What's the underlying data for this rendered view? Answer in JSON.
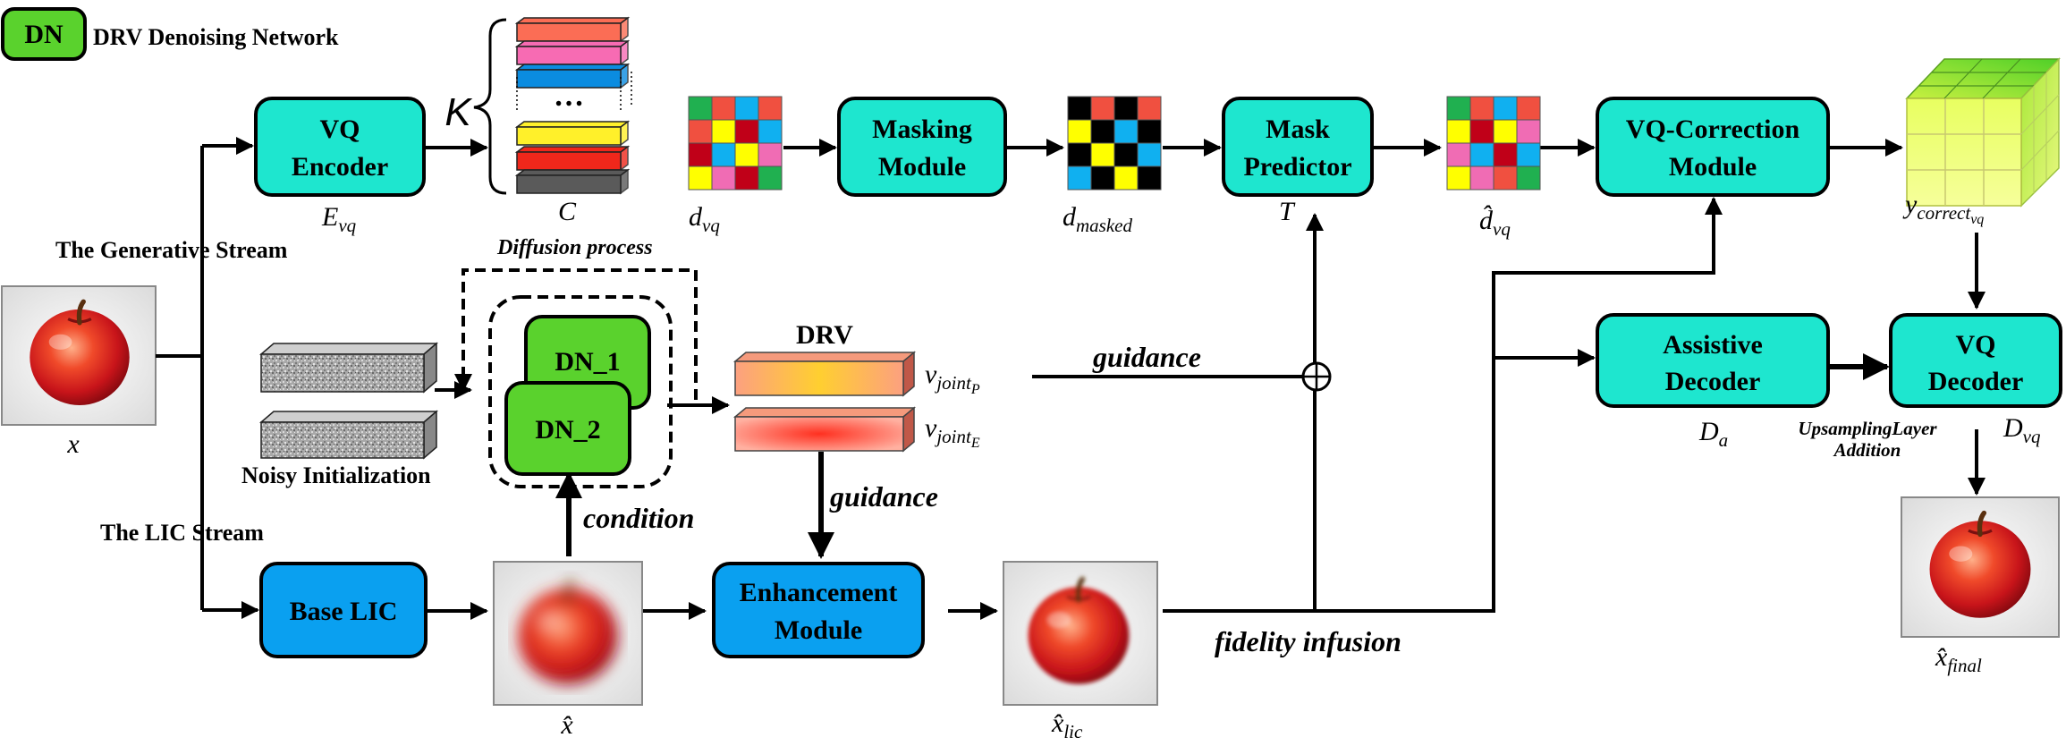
{
  "legend": {
    "badge": "DN",
    "text": "DRV Denoising Network"
  },
  "colors": {
    "module_cyan": "#1ee6cf",
    "module_blue": "#0aa0f0",
    "module_green": "#5ad22d",
    "codebook": [
      "#fb6d55",
      "#f76bb3",
      "#0b8ce0",
      "#ffffff",
      "#fff02a",
      "#f0271b",
      "#5a5a5a"
    ],
    "grid_palette": [
      "#20b050",
      "#f05040",
      "#10b0f0",
      "#ffff00",
      "#c00018",
      "#f06cb4",
      "#000000"
    ]
  },
  "modules": {
    "vq_encoder": [
      "VQ",
      "Encoder"
    ],
    "masking_module": [
      "Masking",
      "Module"
    ],
    "mask_predictor": [
      "Mask",
      "Predictor"
    ],
    "vq_correction": [
      "VQ-Correction",
      "Module"
    ],
    "assistive_decoder": [
      "Assistive",
      "Decoder"
    ],
    "vq_decoder": [
      "VQ",
      "Decoder"
    ],
    "base_lic": [
      "Base LIC"
    ],
    "enhancement": [
      "Enhancement",
      "Module"
    ],
    "dn1": "DN_1",
    "dn2": "DN_2"
  },
  "labels": {
    "K": "K",
    "codebook_dots": "…",
    "generative_stream": "The Generative Stream",
    "lic_stream": "The LIC Stream",
    "diffusion_process": "Diffusion process",
    "noisy_init": "Noisy Initialization",
    "drv": "DRV",
    "guidance_top": "guidance",
    "guidance_mid": "guidance",
    "condition": "condition",
    "fidelity_infusion": "fidelity infusion",
    "upsampling_line1": "UpsamplingLayer",
    "upsampling_line2": "Addition"
  },
  "math": {
    "E_vq": {
      "base": "E",
      "sub": "vq"
    },
    "C": {
      "base": "C"
    },
    "d_vq": {
      "base": "d",
      "sub": "vq"
    },
    "d_masked": {
      "base": "d",
      "sub": "masked"
    },
    "T": {
      "base": "T"
    },
    "dhat_vq": {
      "base": "d̂",
      "sub": "vq"
    },
    "y_correct": {
      "base": "y",
      "sub": "correct",
      "subsub": "vq"
    },
    "v_joint_P": {
      "base": "v",
      "sub": "joint",
      "subsub": "P"
    },
    "v_joint_E": {
      "base": "v",
      "sub": "joint",
      "subsub": "E"
    },
    "D_a": {
      "base": "D",
      "sub": "a"
    },
    "D_vq": {
      "base": "D",
      "sub": "vq"
    },
    "x": {
      "base": "x"
    },
    "x_hat": {
      "base": "x̂"
    },
    "x_hat_lic": {
      "base": "x̂",
      "sub": "lic"
    },
    "x_hat_final": {
      "base": "x̂",
      "sub": "final"
    }
  },
  "grids": {
    "d_vq": [
      [
        0,
        1,
        2,
        1
      ],
      [
        1,
        3,
        4,
        2
      ],
      [
        4,
        2,
        3,
        5
      ],
      [
        3,
        5,
        4,
        0
      ]
    ],
    "d_masked": [
      [
        6,
        1,
        6,
        1
      ],
      [
        3,
        6,
        2,
        6
      ],
      [
        6,
        3,
        6,
        2
      ],
      [
        2,
        6,
        3,
        6
      ]
    ],
    "dhat_vq": [
      [
        0,
        1,
        2,
        1
      ],
      [
        3,
        4,
        3,
        5
      ],
      [
        5,
        2,
        4,
        2
      ],
      [
        3,
        5,
        1,
        0
      ]
    ]
  }
}
